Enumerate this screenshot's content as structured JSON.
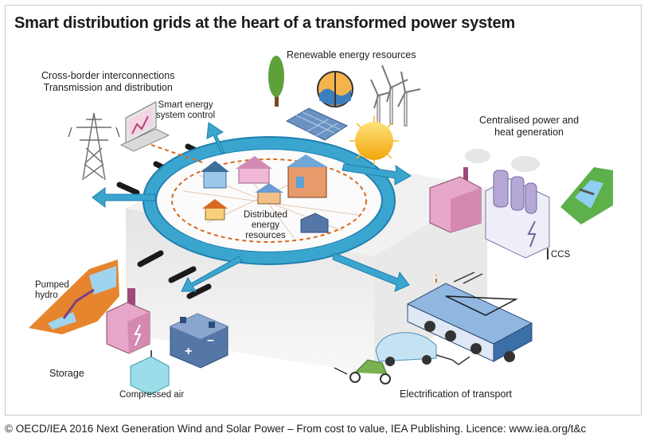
{
  "title": "Smart distribution grids at the heart of a transformed power system",
  "labels": {
    "interconnections_line1": "Cross-border interconnections",
    "interconnections_line2": "Transmission and distribution",
    "smart_control_line1": "Smart energy",
    "smart_control_line2": "system control",
    "renewables": "Renewable energy resources",
    "centralised_line1": "Centralised power and",
    "centralised_line2": "heat generation",
    "ccs": "CCS",
    "distributed_line1": "Distributed",
    "distributed_line2": "energy",
    "distributed_line3": "resources",
    "pumped_line1": "Pumped",
    "pumped_line2": "hydro",
    "storage": "Storage",
    "compressed_air": "Compressed air",
    "transport": "Electrification of transport"
  },
  "footer": "© OECD/IEA 2016 Next Generation Wind and Solar Power – From cost to value, IEA Publishing. Licence: www.iea.org/t&c",
  "colors": {
    "ring": "#3aa6d0",
    "ring_dark": "#1f7fae",
    "dashed_orange": "#d9691e",
    "platform_top": "#f3f3f3",
    "platform_side": "#d9d9d9",
    "sun": "#f7b81e",
    "house_pink": "#e6a7c8",
    "factory_purple": "#b5a8d6",
    "battery_blue": "#5577a8",
    "bus_blue": "#3b6fa8"
  }
}
